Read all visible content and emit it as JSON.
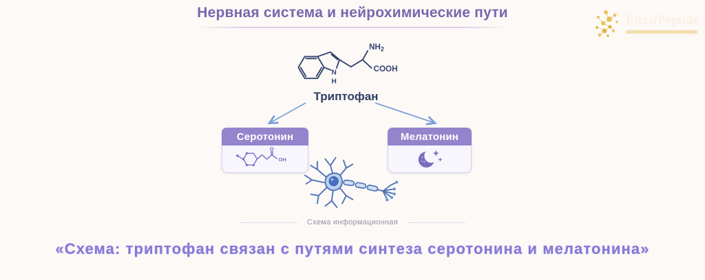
{
  "page": {
    "background": "#fdf9f7"
  },
  "header": {
    "title": "Нервная система и нейрохимические пути"
  },
  "logo": {
    "name": "ElixirPeptide",
    "accent_gold": "#e0b83f"
  },
  "tryptophan": {
    "label": "Триптофан",
    "amine": "NH",
    "amine_sub": "2",
    "acid": "COOH",
    "ring_n": "N",
    "ring_h": "H"
  },
  "serotonin": {
    "label": "Серотонин",
    "carbonyl_o": "O",
    "hydroxyl": "OH"
  },
  "melatonin": {
    "label": "Мелатонин"
  },
  "footer": {
    "divider_label": "Схема информационная",
    "caption": "«Схема: триптофан связан с путями синтеза серотонина и мелатонина»"
  },
  "colors": {
    "title": "#7568ae",
    "structure_navy": "#34456f",
    "arrow_blue": "#7aa2d8",
    "card_header_purple": "#9384cb",
    "card_body": "#f8f6fd",
    "molecule_purple": "#7d6fc2",
    "moon_purple": "#7b6cc0",
    "neuron_blue": "#4f74b5",
    "caption_purple": "#8478d8"
  }
}
